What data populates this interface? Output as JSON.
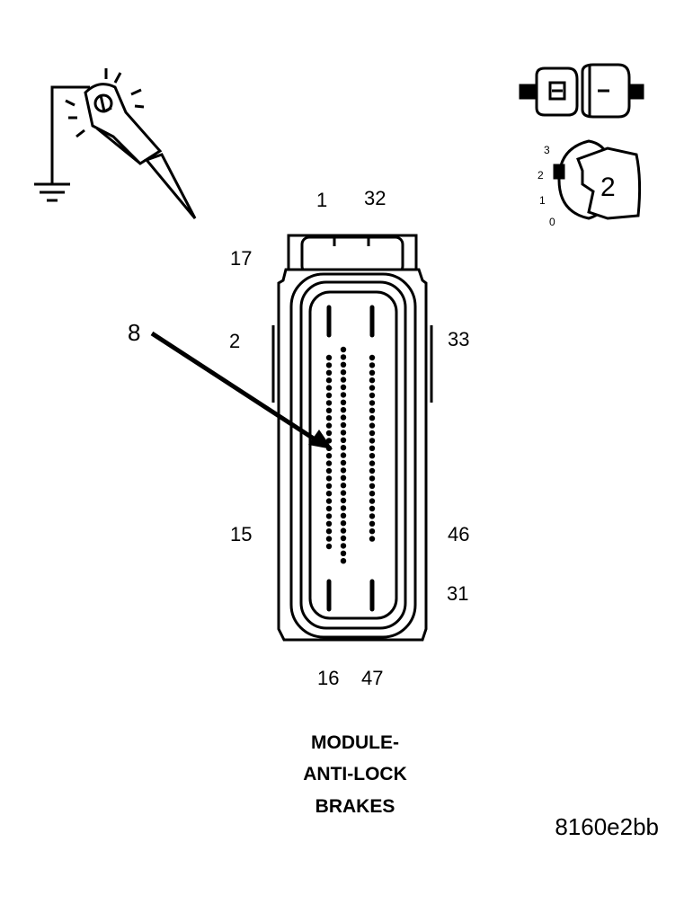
{
  "pin_labels": {
    "p1": "1",
    "p32": "32",
    "p17": "17",
    "p2": "2",
    "p33": "33",
    "p15": "15",
    "p46": "46",
    "p31": "31",
    "p16": "16",
    "p47": "47"
  },
  "callout": "8",
  "connector_view": {
    "scale": [
      "3",
      "2",
      "1",
      "0"
    ],
    "number": "2"
  },
  "title_lines": [
    "MODULE-",
    "ANTI-LOCK",
    "BRAKES"
  ],
  "figure_code": "8160e2bb",
  "colors": {
    "ink": "#000000",
    "background": "#ffffff"
  },
  "icons": [
    "probe-to-ground-icon",
    "connector-halves-icon",
    "connector-view-icon"
  ]
}
